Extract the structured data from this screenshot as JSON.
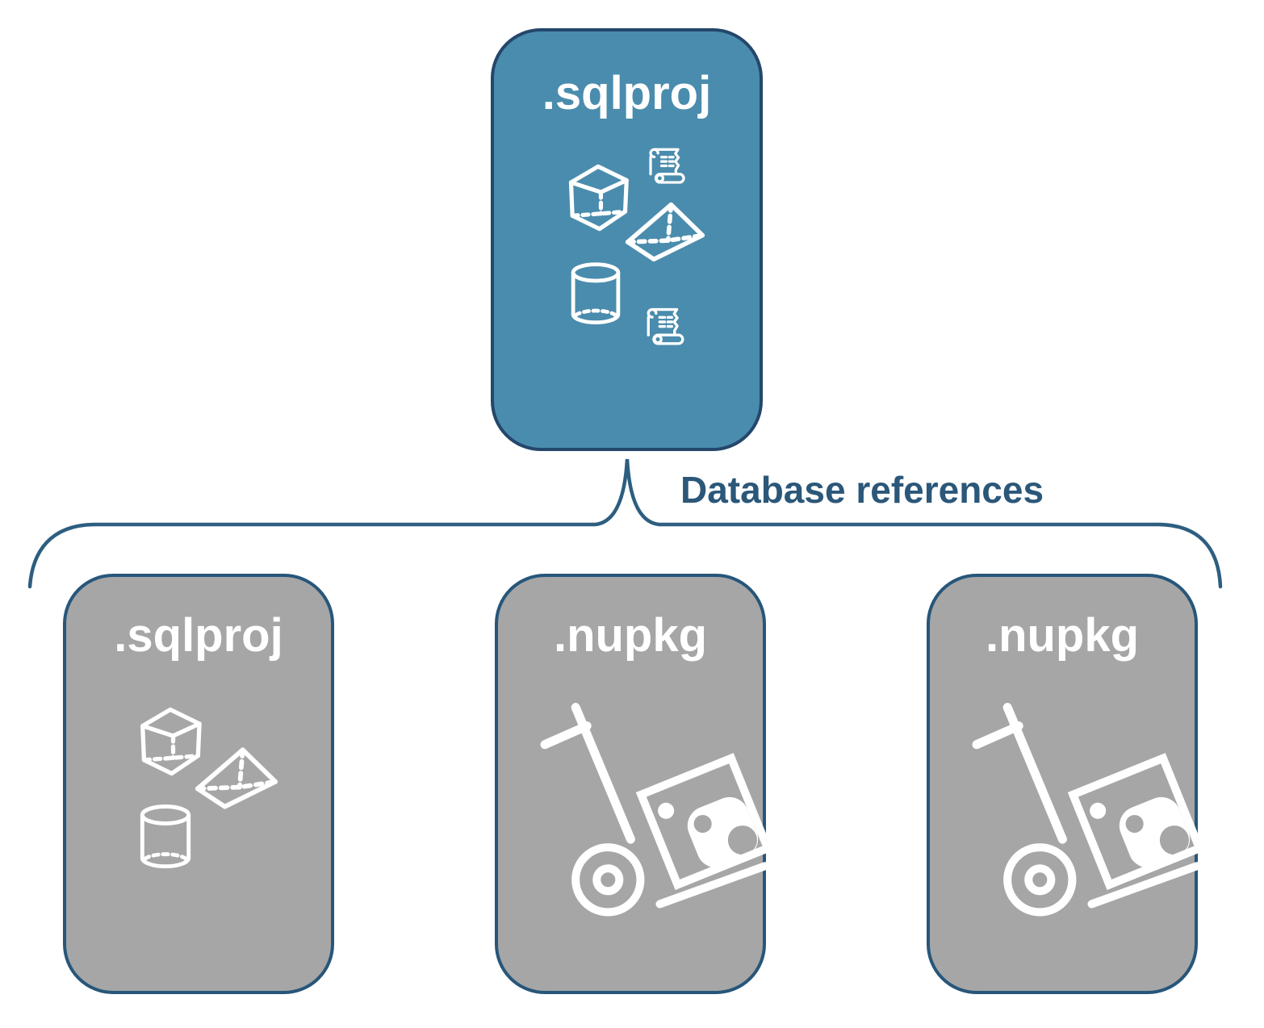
{
  "diagram": {
    "root": {
      "label": ".sqlproj",
      "icons": [
        "script-scroll-icon",
        "cube-icon",
        "pyramid-icon",
        "database-cylinder-icon",
        "script-scroll-icon"
      ]
    },
    "connector": {
      "label": "Database references"
    },
    "children": [
      {
        "label": ".sqlproj",
        "icons": [
          "cube-icon",
          "pyramid-icon",
          "database-cylinder-icon"
        ]
      },
      {
        "label": ".nupkg",
        "icons": [
          "nuget-package-dolly-icon"
        ]
      },
      {
        "label": ".nupkg",
        "icons": [
          "nuget-package-dolly-icon"
        ]
      }
    ],
    "colors": {
      "root_fill": "#4a8cad",
      "root_border": "#24476b",
      "child_fill": "#a6a6a6",
      "child_border": "#27567a",
      "connector": "#2d5e80",
      "connector_text": "#2b5779",
      "label_text": "#ffffff",
      "background": "#ffffff"
    }
  }
}
